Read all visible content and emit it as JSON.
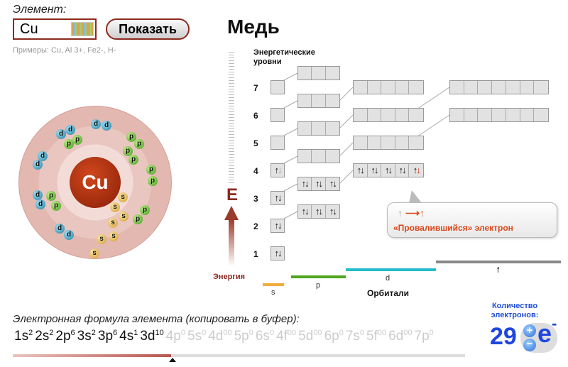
{
  "input": {
    "label": "Элемент:",
    "value": "Cu",
    "examples": "Примеры: Cu, Al 3+, Fe2-, H-"
  },
  "show_button": "Показать",
  "element_name": "Медь",
  "atom": {
    "symbol": "Cu"
  },
  "diagram": {
    "levels_title": "Энергетические уровни",
    "levels": [
      "7",
      "6",
      "5",
      "4",
      "3",
      "2",
      "1"
    ],
    "energy_letter": "E",
    "energy_label": "Энергия",
    "orbitals_title": "Орбитали",
    "orbital_types": [
      "s",
      "p",
      "d",
      "f"
    ],
    "filled": {
      "1s": [
        "↑↓"
      ],
      "2s": [
        "↑↓"
      ],
      "2p": [
        "↑↓",
        "↑↓",
        "↑↓"
      ],
      "3s": [
        "↑↓"
      ],
      "3p": [
        "↑↓",
        "↑↓",
        "↑↓"
      ],
      "4s": [
        "↑↓"
      ],
      "3d": [
        "↑↓",
        "↑↓",
        "↑↓",
        "↑↓",
        "↑↓"
      ]
    },
    "callout_text": "«Провалившийся» электрон",
    "colors": {
      "s": "#f0ad3c",
      "p": "#4fa51e",
      "d": "#23bccd",
      "f": "#888888"
    }
  },
  "formula": {
    "label": "Электронная формула элемента (копировать в буфер):",
    "filled": [
      [
        "1s",
        "2"
      ],
      [
        "2s",
        "2"
      ],
      [
        "2p",
        "6"
      ],
      [
        "3s",
        "2"
      ],
      [
        "3p",
        "6"
      ],
      [
        "4s",
        "1"
      ],
      [
        "3d",
        "10"
      ]
    ],
    "empty": [
      [
        "4p",
        "0"
      ],
      [
        "5s",
        "0"
      ],
      [
        "4d",
        "00"
      ],
      [
        "5p",
        "0"
      ],
      [
        "6s",
        "0"
      ],
      [
        "4f",
        "00"
      ],
      [
        "5d",
        "00"
      ],
      [
        "6p",
        "0"
      ],
      [
        "7s",
        "0"
      ],
      [
        "5f",
        "00"
      ],
      [
        "6d",
        "00"
      ],
      [
        "7p",
        "0"
      ]
    ],
    "progress_percent": 35
  },
  "electron_count": {
    "label": "Количество электронов:",
    "value": "29",
    "symbol": "e",
    "sign": "-"
  }
}
